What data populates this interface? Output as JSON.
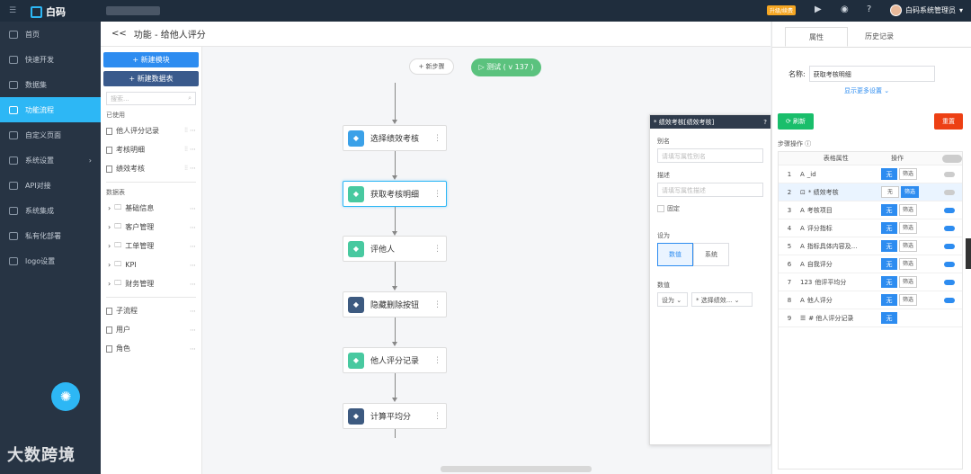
{
  "brand": {
    "name": "白码",
    "upgrade_label": "升级/续费",
    "user_name": "白码系统管理员"
  },
  "sidebar": [
    {
      "label": "首页",
      "icon": "home-icon",
      "active": false,
      "arrow": ""
    },
    {
      "label": "快速开发",
      "icon": "cube-icon",
      "active": false,
      "arrow": ""
    },
    {
      "label": "数据集",
      "icon": "database-icon",
      "active": false,
      "arrow": ""
    },
    {
      "label": "功能流程",
      "icon": "flow-icon",
      "active": true,
      "arrow": ""
    },
    {
      "label": "自定义页面",
      "icon": "page-icon",
      "active": false,
      "arrow": ""
    },
    {
      "label": "系统设置",
      "icon": "settings-icon",
      "active": false,
      "arrow": "›"
    },
    {
      "label": "API对接",
      "icon": "api-icon",
      "active": false,
      "arrow": ""
    },
    {
      "label": "系统集成",
      "icon": "integration-icon",
      "active": false,
      "arrow": ""
    },
    {
      "label": "私有化部署",
      "icon": "server-icon",
      "active": false,
      "arrow": ""
    },
    {
      "label": "logo设置",
      "icon": "image-icon",
      "active": false,
      "arrow": ""
    }
  ],
  "watermark": "大数跨境",
  "header": {
    "back": "<<",
    "title": "功能 - 给他人评分"
  },
  "panel": {
    "new_module": "+ 新建模块",
    "new_table": "+ 新建数据表",
    "search_placeholder": "搜索...",
    "used_title": "已使用",
    "used": [
      "他人评分记录",
      "考核明细",
      "绩效考核"
    ],
    "tables_title": "数据表",
    "folders": [
      "基础信息",
      "客户管理",
      "工单管理",
      "KPI",
      "财务管理"
    ],
    "others": [
      {
        "label": "子流程"
      },
      {
        "label": "用户"
      },
      {
        "label": "角色"
      }
    ]
  },
  "canvas": {
    "new_step": "+ 新步骤",
    "test": "▷ 测试 ( v 137 )",
    "nodes": [
      {
        "label": "选择绩效考核",
        "color": "blue"
      },
      {
        "label": "获取考核明细",
        "color": "green"
      },
      {
        "label": "评他人",
        "color": "green"
      },
      {
        "label": "隐藏删除按钮",
        "color": "dark"
      },
      {
        "label": "他人评分记录",
        "color": "green"
      },
      {
        "label": "计算平均分",
        "color": "dark"
      }
    ]
  },
  "prop": {
    "title": "* 绩效考核[绩效考核]",
    "alias_label": "别名",
    "alias_placeholder": "请填写属性别名",
    "desc_label": "描述",
    "desc_placeholder": "请填写属性描述",
    "fixed_label": "固定",
    "setas_label": "设为",
    "seg_data": "数值",
    "seg_system": "系统",
    "value_label": "数值",
    "setas_select": "设为",
    "value_select": "* 选择绩效..."
  },
  "right": {
    "tab_attr": "属性",
    "tab_history": "历史记录",
    "name_label": "名称:",
    "name_value": "获取考核明细",
    "show_more": "显示更多设置 ⌄",
    "refresh": "⟳ 刷新",
    "reset": "重置",
    "steps_label": "步骤操作",
    "col_prop": "表格属性",
    "col_op": "操作",
    "rows": [
      {
        "n": "1",
        "ic": "A",
        "name": "_id",
        "none": "无",
        "filter": "筛选",
        "f_on": false,
        "tog": "off"
      },
      {
        "n": "2",
        "ic": "⊡",
        "name": "* 绩效考核",
        "none": "无",
        "filter": "筛选",
        "f_on": true,
        "tog": "off"
      },
      {
        "n": "3",
        "ic": "A",
        "name": "考核项目",
        "none": "无",
        "filter": "筛选",
        "f_on": false,
        "tog": "on"
      },
      {
        "n": "4",
        "ic": "A",
        "name": "评分指标",
        "none": "无",
        "filter": "筛选",
        "f_on": false,
        "tog": "on"
      },
      {
        "n": "5",
        "ic": "A",
        "name": "指标具体内容及...",
        "none": "无",
        "filter": "筛选",
        "f_on": false,
        "tog": "on"
      },
      {
        "n": "6",
        "ic": "A",
        "name": "自我评分",
        "none": "无",
        "filter": "筛选",
        "f_on": false,
        "tog": "on"
      },
      {
        "n": "7",
        "ic": "123",
        "name": "他评平均分",
        "none": "无",
        "filter": "筛选",
        "f_on": false,
        "tog": "on"
      },
      {
        "n": "8",
        "ic": "A",
        "name": "他人评分",
        "none": "无",
        "filter": "筛选",
        "f_on": false,
        "tog": "on"
      },
      {
        "n": "9",
        "ic": "☰",
        "name": "# 他人评分记录",
        "none": "无",
        "filter": "",
        "f_on": false,
        "tog": "none"
      }
    ]
  }
}
